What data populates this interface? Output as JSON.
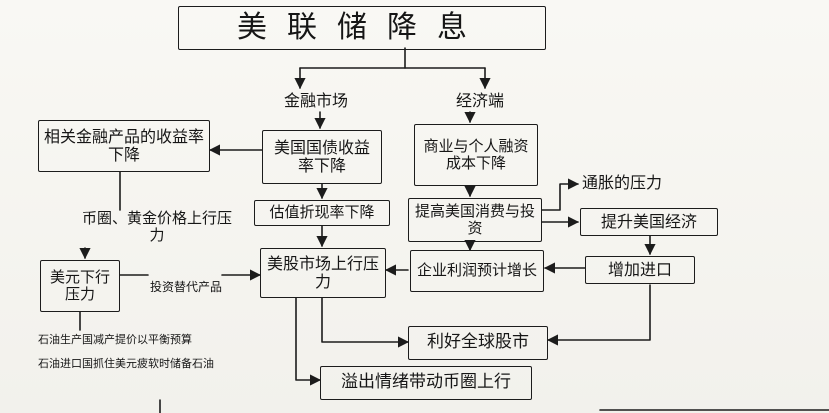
{
  "title": "美联储降息",
  "branches": {
    "financial": "金融市场",
    "economic": "经济端"
  },
  "nodes": {
    "us_treasury_yield": "美国国债收益率下降",
    "valuation_discount": "估值折现率下降",
    "us_stock_pressure": "美股市场上行压力",
    "related_products": "相关金融产品的收益率下降",
    "currency_gold": "币圈、黄金价格上行压力",
    "usd_down": "美元下行压力",
    "investment_substitute": "投资替代产品",
    "financing_cost": "商业与个人融资成本下降",
    "consumption_investment": "提高美国消费与投资",
    "enterprise_profit": "企业利润预计增长",
    "inflation_pressure": "通胀的压力",
    "boost_economy": "提升美国经济",
    "increase_imports": "增加进口",
    "global_stocks": "利好全球股市",
    "spillover": "溢出情绪带动币圈上行",
    "oil_line1": "石油生产国减产提价以平衡预算",
    "oil_line2": "石油进口国抓住美元疲软时储备石油"
  }
}
